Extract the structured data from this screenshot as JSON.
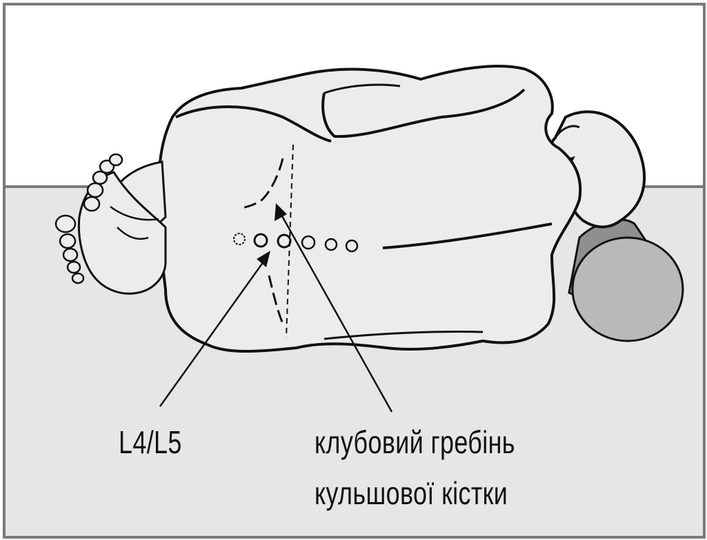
{
  "labels": {
    "vertebra": "L4/L5",
    "iliac_crest_line1": "клубовий гребінь",
    "iliac_crest_line2": "кульшової кістки"
  },
  "colors": {
    "background": "#ffffff",
    "surface": "#e6e6e6",
    "frame": "#7a7a7a",
    "outline": "#111111",
    "body_fill": "#ececec",
    "bolster": "#b9b9b9",
    "bolster_shadow": "#8f8f8f"
  }
}
